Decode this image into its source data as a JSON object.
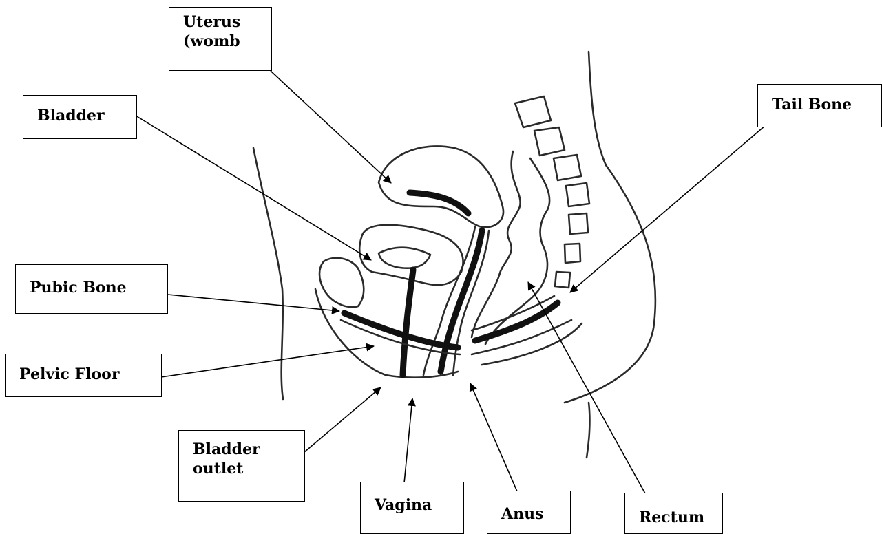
{
  "labels": {
    "uterus": "Uterus\n(womb",
    "bladder": "Bladder",
    "tail_bone": "Tail Bone",
    "pubic_bone": "Pubic Bone",
    "pelvic_floor": "Pelvic Floor",
    "bladder_outlet": "Bladder\noutlet",
    "vagina": "Vagina",
    "anus": "Anus",
    "rectum": "Rectum"
  },
  "colors": {
    "ink": "#000000",
    "background": "#ffffff"
  }
}
